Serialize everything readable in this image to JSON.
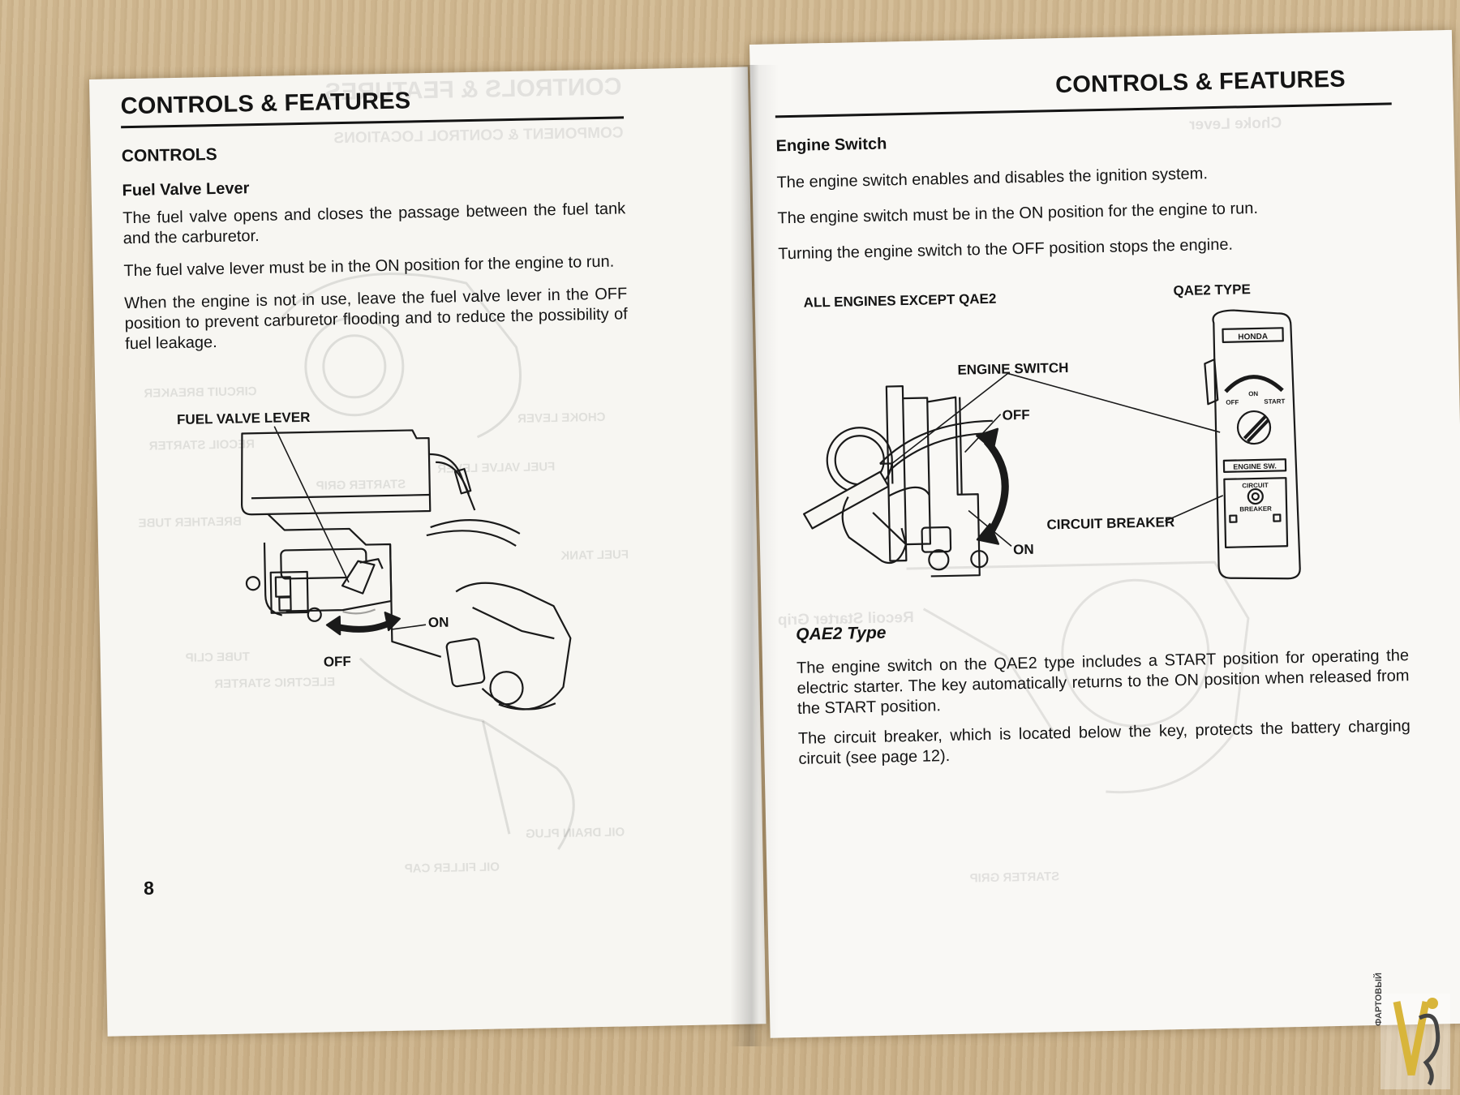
{
  "left_page": {
    "header": "CONTROLS & FEATURES",
    "section": "CONTROLS",
    "subheading": "Fuel Valve Lever",
    "paragraphs": [
      "The fuel valve opens and closes the passage between the fuel tank and the carburetor.",
      "The fuel valve lever must be in the ON position for the engine to run.",
      "When the engine is not in use, leave the fuel valve lever in the OFF position to prevent carburetor flooding and to reduce the possibility of fuel leakage."
    ],
    "figure_labels": {
      "lever": "FUEL VALVE LEVER",
      "on": "ON",
      "off": "OFF"
    },
    "page_number": "8"
  },
  "right_page": {
    "header": "CONTROLS & FEATURES",
    "subheading": "Engine Switch",
    "paragraphs": [
      "The engine switch enables and disables the ignition system.",
      "The engine switch must be in the ON position for the engine to run.",
      "Turning the engine switch to the OFF position stops the engine."
    ],
    "figure_labels": {
      "all_engines": "ALL ENGINES EXCEPT QAE2",
      "qae2_type": "QAE2 TYPE",
      "engine_switch": "ENGINE SWITCH",
      "off": "OFF",
      "on": "ON",
      "circuit_breaker": "CIRCUIT BREAKER",
      "panel_brand": "HONDA",
      "panel_on": "ON",
      "panel_off": "OFF",
      "panel_start": "START",
      "panel_engine_sw": "ENGINE SW.",
      "panel_circuit": "CIRCUIT",
      "panel_breaker": "BREAKER"
    },
    "qae2_heading": "QAE2 Type",
    "qae2_paragraphs": [
      "The engine switch on the QAE2 type includes a START position for operating the electric starter. The key automatically returns to the ON position when released from the START position.",
      "The circuit breaker, which is located below the key, protects the battery charging circuit (see page 12)."
    ]
  },
  "bleed_through": {
    "left_title": "CONTROLS & FEATURES",
    "left_sub": "COMPONENT & CONTROL LOCATIONS",
    "left_labels": [
      "CIRCUIT BREAKER",
      "CHOKE LEVER",
      "RECOIL STARTER",
      "FUEL VALVE LEVER",
      "STARTER GRIP",
      "BREATHER TUBE",
      "FUEL TANK",
      "TUBE CLIP",
      "ELECTRIC STARTER",
      "OIL DRAIN PLUG",
      "OIL FILLER CAP"
    ],
    "right_labels": [
      "Choke Lever",
      "Recoil Starter Grip",
      "STARTER GRIP"
    ]
  },
  "watermark": {
    "text": "ФАРТОВЫЙ",
    "colors": {
      "gold": "#d8b53a",
      "dark": "#444444"
    }
  }
}
